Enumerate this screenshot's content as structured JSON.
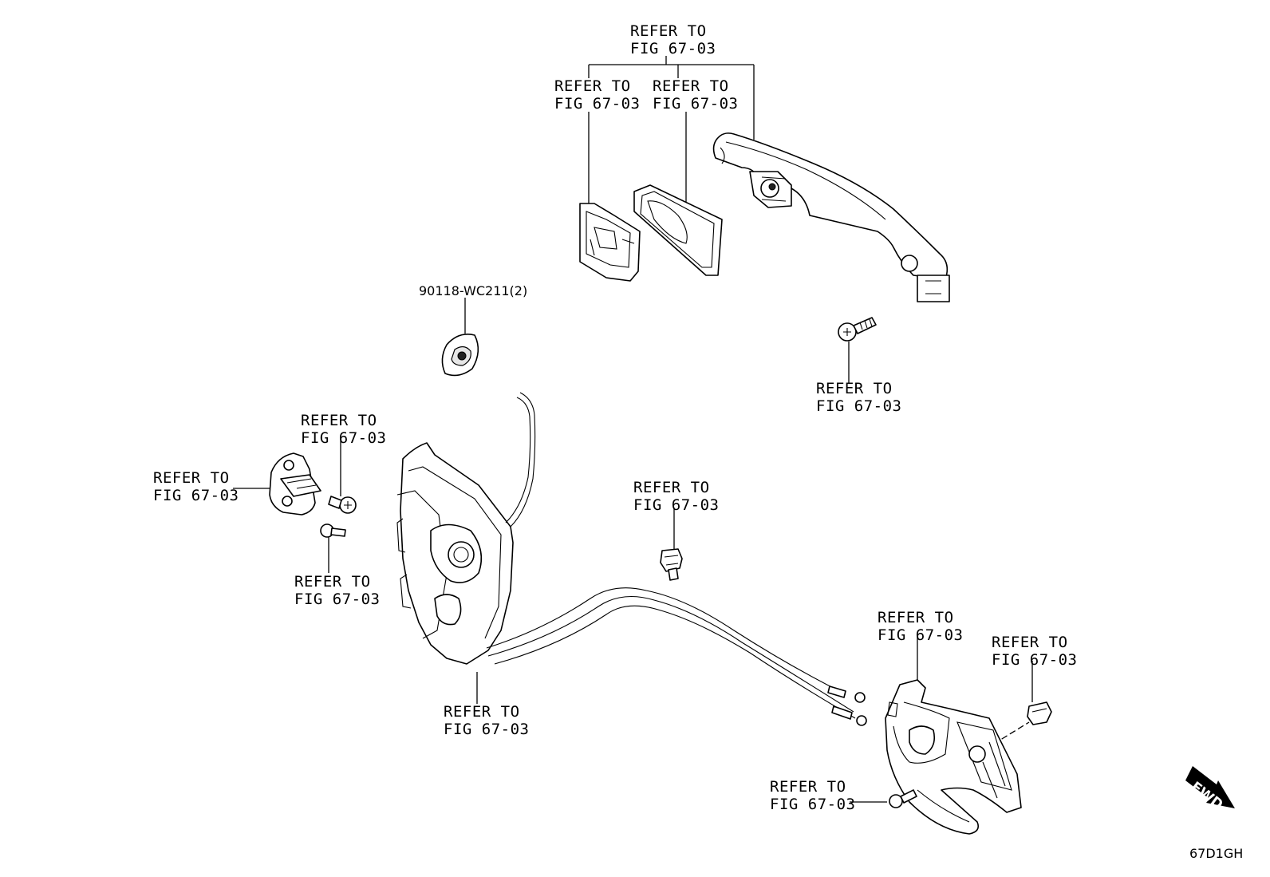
{
  "callout_lines": [
    "REFER TO",
    "FIG 67-03"
  ],
  "part_number_label": "90118-WC211(2)",
  "fwd_label": "FWD",
  "figure_code": "67D1GH"
}
